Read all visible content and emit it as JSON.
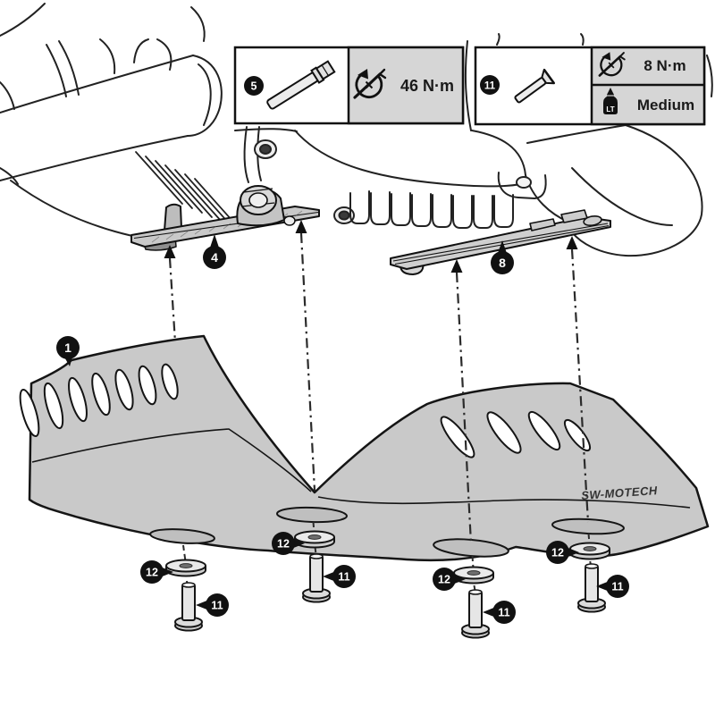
{
  "spec_boxes": {
    "bolt": {
      "part_no": "5",
      "torque": "46 N·m"
    },
    "screw": {
      "part_no": "11",
      "torque": "8 N·m",
      "threadlocker_strength": "Medium",
      "threadlocker_abbr": "LT"
    }
  },
  "balloons": {
    "skid_plate": "1",
    "front_bracket": "4",
    "rear_bracket": "8",
    "screw": "11",
    "washer": "12"
  },
  "logo_text": "SW-MOTECH",
  "colors": {
    "plate": "#c9c9c9",
    "panel": "#d6d6d6",
    "ink": "#1a1a1a",
    "balloon": "#111111"
  }
}
